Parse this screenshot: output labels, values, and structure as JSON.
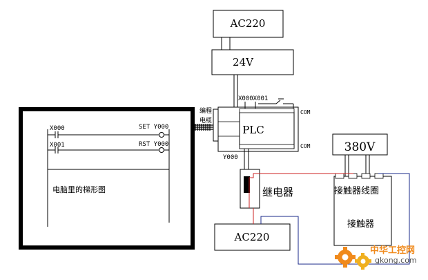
{
  "labels": {
    "ac220_top": "AC220",
    "v24": "24V",
    "plc": "PLC",
    "x000_x001": "X000X001",
    "com_upper": "COM",
    "com_lower": "COM",
    "y000_plc": "Y000",
    "cable_line1": "编程",
    "cable_line2": "电缆",
    "v380": "380V",
    "relay": "继电器",
    "coil": "接触器线圈",
    "contactor": "接触器",
    "ac220_bottom": "AC220"
  },
  "ladder": {
    "rung1_contact": "X000",
    "rung1_coil": "SET Y000",
    "rung2_contact": "X001",
    "rung2_coil": "RST Y000",
    "caption": "电脑里的梯形图"
  },
  "watermark": {
    "site_cn": "中华工控网",
    "site_url": "gkong.com"
  },
  "colors": {
    "wire_black": "#000000",
    "wire_red": "#cc2222",
    "wire_blue": "#1a2a8a",
    "watermark_orange": "#f08a1c"
  }
}
